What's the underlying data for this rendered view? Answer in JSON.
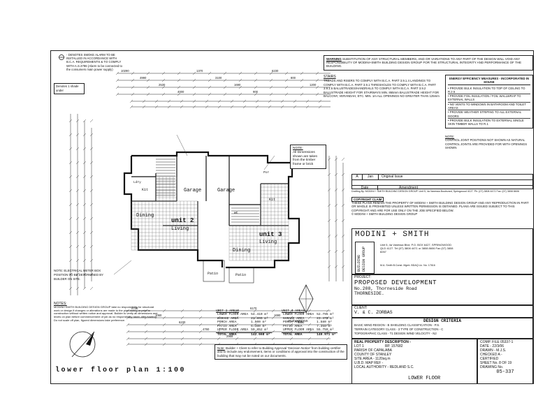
{
  "smoke_alarm_note": "- DENOTES SMOKE ALARM TO BE INSTALLED IN ACCORDANCE WITH B.C.A. REQUIREMENTS & TO COMPLY WITH A.S.3786 (Alarm to be connected to the consumers main power supply)",
  "shade_denotes": "Denotes 1 shade under",
  "warning": {
    "title": "WARNING",
    "text": "SUBSTITUTION OF ANY STRUCTURAL MEMBERS, AND OR VARIATIONS TO ANY PART OF THE DESIGN WILL VOID ANY RESPONSIBILITY OF MODINI+SMITH BUILDING DESIGN GROUP FOR THE STRUCTURAL INTEGRITY AND PERFORMANCE OF THE BUILDING."
  },
  "stairs": {
    "title": "STAIRS",
    "text": "TREADS AND RISERS TO COMPLY WITH B.C.A. PART 3.9.1.4 LANDINGS TO COMPLY WITH B.C.A. PART 3.9.1 THRESHOLDS TO COMPLY WITH B.C.A. PART 3.9.1.5 BALUSTRADES/HANDRAILS TO COMPLY WITH B.C.A. PART 3.9.2 BALUSTRADE HEIGHT FOR STAIRWAYS MIN. 865mm BALUSTRADE HEIGHT FOR BALCONY, VERANDAH, ETC. MIN. 1m ALL OPENINGS NO GREATER THAN 125mm"
  },
  "energy": {
    "title": "ENERGY EFFICIENCY MEASURES - INCORPORATED IN HOUSE",
    "items": [
      "PROVIDE BULK INSULATION TO TOP OF CEILING TO R.2.5",
      "PROVIDE FOIL INSULATION / FOIL WALLWRAP TO EXTERNAL WALLS",
      "NO VENTS TO WINDOWS IN BATHROOM AND TOILET AREAS",
      "PROVIDE WEATHER STRIPING TO ALL EXTERNAL DOORS",
      "PROVIDE BULK INSULATION TO EXTERNAL SINGLE SKIN TIMBER WALLS TO R.1"
    ]
  },
  "note_right": {
    "title": "NOTE:",
    "text": "CONTROL JOINT POSITIONS NOT SHOWN AS NATURAL CONTROL JOINTS ARE PROVIDED FOR WITH OPENINGS SHOWN"
  },
  "note_dimensions": {
    "title": "NOTE:",
    "text": "All Dimensions shown are taken from the timber frame or brick"
  },
  "revision": {
    "rev": "A",
    "date": "Jan",
    "desc": "Original Issue",
    "amendment": "Amendment",
    "date_col": "Date"
  },
  "drafted_by": "Drafting By: MODINI + SMITH BUILDING DESIGN GROUP. Unit 5, 4a Vanessa Boulevard, Springwood 4127. Ph: (07) 3808 4471 Fax: (07) 3808 8606",
  "copyright": {
    "title": "COPYRIGHT CLAIM",
    "text": "THESE PLANS REMAIN THE PROPERTY OF MODINI + SMITH BUILDING DESIGN GROUP AND ANY REPRODUCTION IN PART OR WHOLE IS PROHIBITED UNLESS WRITTEN PERMISSION IS OBTAINED. PLANS ARE ISSUED SUBJECT TO THIS COPYRIGHT AND ARE FOR USE ONLY ON THE JOB SPECIFIED BELOW.",
    "footer": "© MODINI + SMITH BUILDING DESIGN GROUP"
  },
  "company": {
    "name": "MODINI + SMITH",
    "sub": [
      "BUILDING",
      "DESIGN",
      "GROUP"
    ],
    "address": "Unit 5, 4a Vanessa Blvd, P.O. BOX 6427, SPRINGWOOD QLD 4127. Tel (07) 3808 4471 or 3808 8606 Fax (07) 3808 8267",
    "directors": "M.A. Smith B.Const. Mgmt. BDAQ Lic. No. 17616"
  },
  "project": {
    "label": "PROJECT:",
    "name": "PROPOSED DEVELOPMENT",
    "address1": "No.208, Thorneside Road",
    "address2": "THORNESIDE.",
    "client_label": "CLIENT:",
    "client": "V. & C. ZORBAS"
  },
  "design_criteria": {
    "title": "DESIGN CRITERIA",
    "rows": [
      "BASIC WIND REGION - B    SHIELDING CLASSIFICATION - P.S.",
      "TERRAIN CATEGORY CLASS - 3  TYPE OF CONSTRUCTION - C",
      "TOPOGRAPHIC CLASS - T1    DESIGN WIND VELOCITY - N2"
    ]
  },
  "property": {
    "title": "REAL PROPERTY DESCRIPTION -",
    "lot": "LOT 1",
    "rp": "RP. 157682",
    "parish": "PARISH OF CAPALABA",
    "county": "COUNTY OF STANLEY",
    "site_area": "SITE AREA - 1120sq.m",
    "ubd": "U.B.D. MAP         REF -",
    "authority": "LOCAL AUTHORITY - REDLAND S.C."
  },
  "file": {
    "comp": "COMP. FILE 05337-1",
    "date": "DATE - 22/3/06",
    "drawn": "DRAWN - M.J.S.",
    "checked": "CHECKED A -",
    "certified": "CERTIFIED",
    "sheet": "SHEET No. 8 OF 19",
    "drawing_no_label": "DRAWING No.",
    "drawing_no": "05-337",
    "lower_floor": "LOWER FLOOR"
  },
  "unit2": {
    "title": "UNIT 2 AREAS",
    "rows": [
      [
        "LOWER FLOOR AREA",
        "54.410 m²"
      ],
      [
        "GARAGE AREA",
        "21.855 m²"
      ],
      [
        "PORCH AREA",
        "1.500 m²"
      ],
      [
        "PATIO AREA",
        "6.380 m²"
      ],
      [
        "UPPER FLOOR AREA",
        "59.852 m²"
      ]
    ],
    "total": [
      "TOTAL AREA",
      "142.668 m²"
    ]
  },
  "unit3": {
    "title": "UNIT 3 AREAS",
    "rows": [
      [
        "LOWER FLOOR AREA",
        "52.795 m²"
      ],
      [
        "GARAGE AREA",
        "23.475 m²"
      ],
      [
        "PORCH AREA",
        "1.580 m²"
      ],
      [
        "PATIO AREA",
        "7.358 m²"
      ],
      [
        "UPPER FLOOR AREA",
        "55.759 m²"
      ]
    ],
    "total": [
      "TOTAL AREA",
      "140.971 m²"
    ]
  },
  "builder_note": {
    "title": "Note:",
    "text": "Builder + Client to refer to Building Approval 'Decision Notice' from building certifier and to include any endorsement, items or conditions of approval into the construction of the building that may not be noted on our documents."
  },
  "notes_bottom": {
    "title": "NOTES:",
    "text": "MODINI+SMITH BUILDING DESIGN GROUP take no responsibility for structural work or design if changes or alterations are made to the plan during or prior to construction without written notice and approval. Builder to verify all dimensions and levels on plan before commencement of job as no responsibility taken after starting. Do not scale off plan, figured dimensions take preference."
  },
  "meter_note": "NOTE: ELECTRICAL METER BOX POSITION TO BE DETERMINED BY BUILDER ON SITE.",
  "plan_title": "lower floor plan 1:100",
  "elevations": "ELEVATIONS",
  "rooms": {
    "garage_a": "Garage",
    "garage_b": "Garage",
    "unit2": "unit 2",
    "living2": "Living",
    "dining2": "Dining",
    "unit3": "unit 3",
    "living3": "Living",
    "dining3": "Dining",
    "kit2": "Kit",
    "kit3": "Kit",
    "patio2": "Patio",
    "patio3": "Patio",
    "ldry": "Ldry",
    "por": "Por",
    "wc": "WC"
  },
  "dims_top": [
    "10290",
    "4990",
    "2530",
    "4000",
    "1370",
    "3100",
    "1690",
    "900",
    "6230",
    "800",
    "1200"
  ],
  "dims_bottom": [
    "4730",
    "1060",
    "6230",
    "4760",
    "2969",
    "6170",
    "1690",
    "4390"
  ]
}
